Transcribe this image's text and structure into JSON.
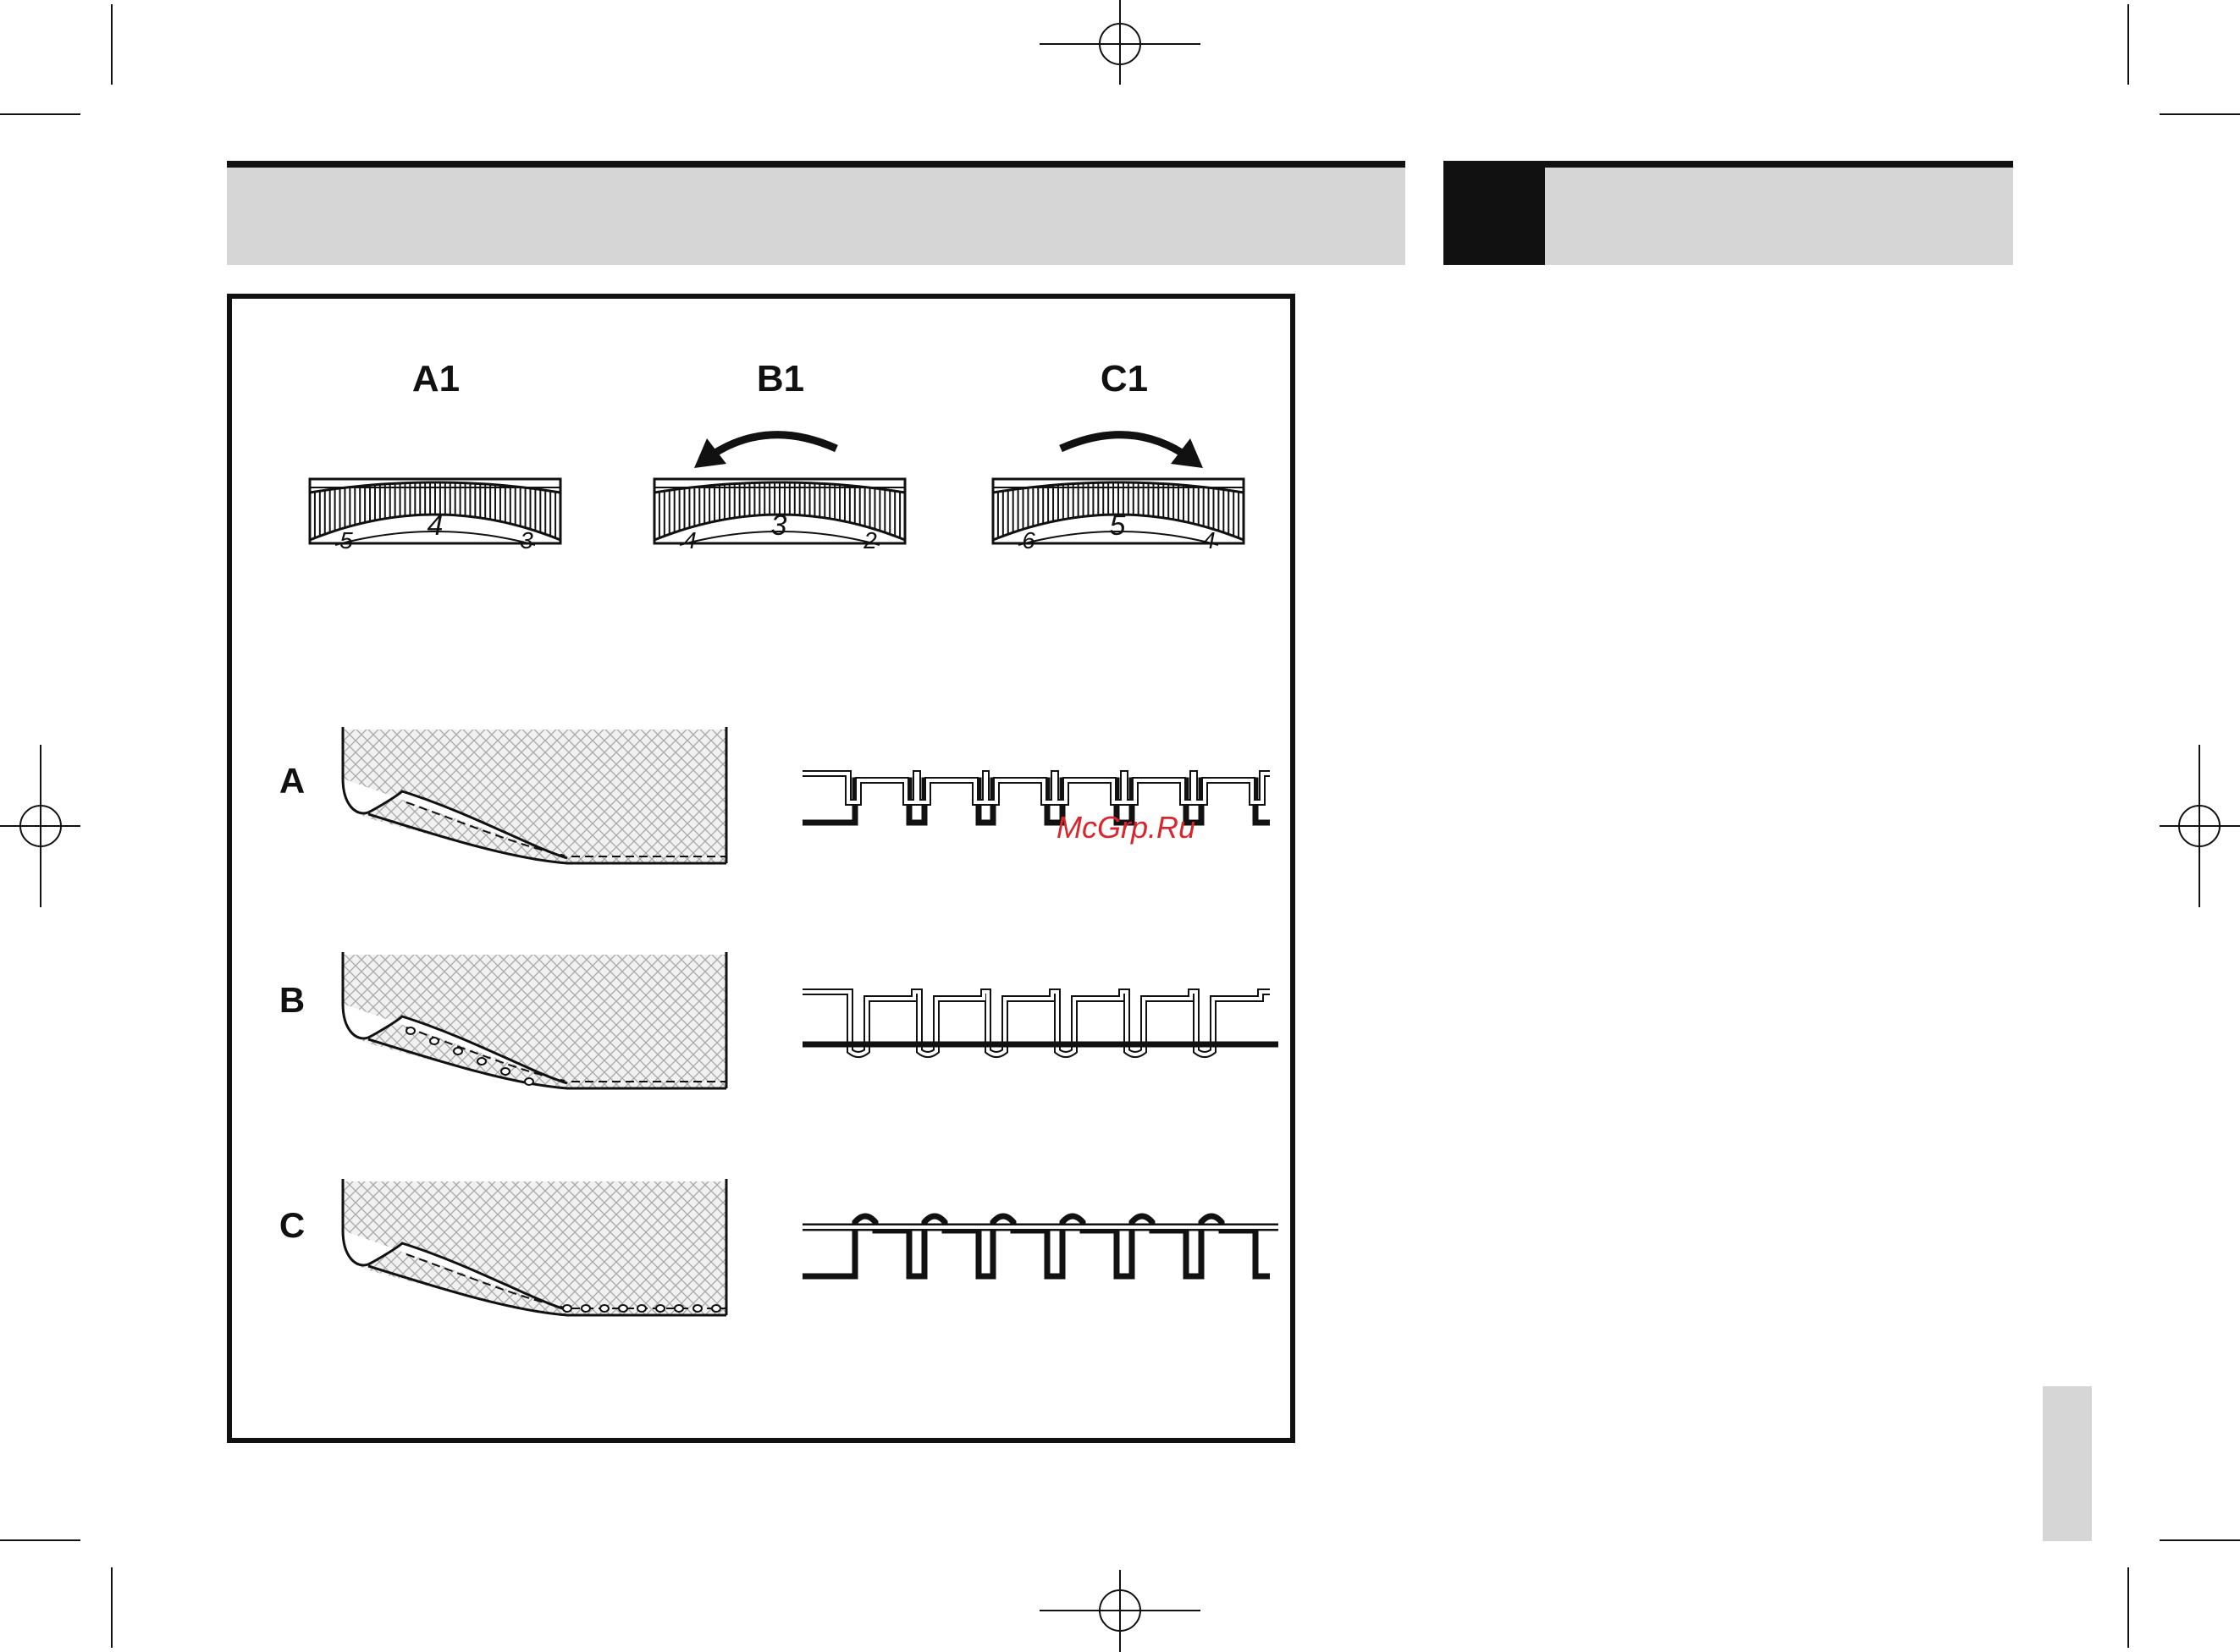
{
  "page": {
    "background": "#ffffff",
    "header_gray": "#d6d6d7",
    "ink": "#111111"
  },
  "dials": [
    {
      "label": "A1",
      "center_number": "4",
      "left_number": "5",
      "right_number": "3",
      "arrow": "none"
    },
    {
      "label": "B1",
      "center_number": "3",
      "left_number": "4",
      "right_number": "2",
      "arrow": "left"
    },
    {
      "label": "C1",
      "center_number": "5",
      "left_number": "6",
      "right_number": "4",
      "arrow": "right"
    }
  ],
  "rows": [
    {
      "label": "A"
    },
    {
      "label": "B"
    },
    {
      "label": "C"
    }
  ],
  "watermark": {
    "text": "McGrp.Ru",
    "color": "#d9262c"
  }
}
